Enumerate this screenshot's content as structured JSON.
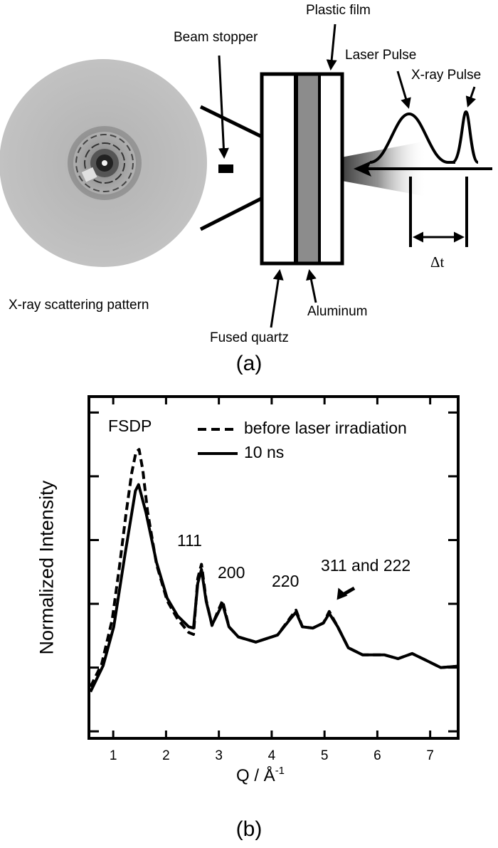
{
  "figure": {
    "panel_a": {
      "label": "(a)",
      "scattering_pattern_caption": "X-ray scattering pattern",
      "labels": {
        "beam_stopper": "Beam stopper",
        "plastic_film": "Plastic film",
        "laser_pulse": "Laser Pulse",
        "xray_pulse": "X-ray Pulse",
        "delta_t": "Δt",
        "aluminum": "Aluminum",
        "fused_quartz": "Fused quartz"
      },
      "colors": {
        "detector_gray": "#bdbdbd",
        "aluminum_gray": "#8c8c8c",
        "line": "#000000"
      }
    },
    "panel_b": {
      "label": "(b)"
    }
  },
  "chart_data": {
    "type": "line",
    "title": "",
    "xlabel": "Q / Å",
    "xlabel_superscript": "-1",
    "ylabel": "Normalized Intensity",
    "xlim": [
      0.54,
      7.53
    ],
    "ylim": [
      -0.11,
      5.25
    ],
    "xticks": [
      1,
      2,
      3,
      4,
      5,
      6,
      7
    ],
    "yticks_unlabeled": [
      0,
      1,
      2,
      3,
      4,
      5
    ],
    "grid": false,
    "legend": {
      "position": "upper right",
      "entries": [
        {
          "label": "before laser irradiation",
          "style": "dashed"
        },
        {
          "label": "10 ns",
          "style": "solid"
        }
      ]
    },
    "annotations": [
      {
        "text": "FSDP",
        "x": 0.85,
        "y": 4.8
      },
      {
        "text": "111",
        "x": 2.35,
        "y": 2.75
      },
      {
        "text": "200",
        "x": 3.05,
        "y": 2.15
      },
      {
        "text": "220",
        "x": 4.3,
        "y": 2.05
      },
      {
        "text": "311 and 222",
        "x": 5.55,
        "y": 2.1,
        "arrow_to": [
          5.18,
          1.95
        ]
      }
    ],
    "series": [
      {
        "name": "before laser irradiation",
        "style": "dashed",
        "x": [
          0.57,
          0.78,
          0.98,
          1.12,
          1.24,
          1.35,
          1.43,
          1.49,
          1.56,
          1.65,
          1.82,
          2.02,
          2.22,
          2.43,
          2.52,
          2.6,
          2.67,
          2.76,
          2.87,
          2.98,
          3.07,
          3.19,
          3.37,
          3.7,
          4.11,
          4.35,
          4.46,
          4.58,
          4.78,
          4.98,
          5.09,
          5.25,
          5.45,
          5.72,
          6.13,
          6.39,
          6.66,
          6.93,
          7.2,
          7.51
        ],
        "values": [
          0.7,
          1.05,
          1.75,
          2.6,
          3.4,
          4.05,
          4.38,
          4.42,
          4.1,
          3.45,
          2.62,
          2.05,
          1.76,
          1.55,
          1.52,
          2.4,
          2.62,
          2.06,
          1.66,
          1.88,
          2.05,
          1.64,
          1.48,
          1.4,
          1.51,
          1.78,
          1.9,
          1.64,
          1.62,
          1.7,
          1.88,
          1.64,
          1.31,
          1.2,
          1.2,
          1.14,
          1.22,
          1.11,
          1.0,
          1.02
        ]
      },
      {
        "name": "10 ns",
        "style": "solid",
        "x": [
          0.57,
          0.81,
          1.01,
          1.22,
          1.42,
          1.48,
          1.62,
          1.82,
          2.02,
          2.22,
          2.43,
          2.52,
          2.6,
          2.67,
          2.76,
          2.87,
          2.98,
          3.07,
          3.19,
          3.37,
          3.7,
          4.11,
          4.35,
          4.46,
          4.58,
          4.78,
          4.98,
          5.09,
          5.25,
          5.45,
          5.72,
          6.13,
          6.39,
          6.66,
          6.93,
          7.2,
          7.51
        ],
        "values": [
          0.62,
          1.03,
          1.64,
          2.76,
          3.77,
          3.87,
          3.43,
          2.65,
          2.09,
          1.81,
          1.64,
          1.62,
          2.32,
          2.54,
          2.04,
          1.67,
          1.85,
          2.0,
          1.64,
          1.48,
          1.4,
          1.51,
          1.76,
          1.87,
          1.64,
          1.62,
          1.7,
          1.85,
          1.64,
          1.31,
          1.2,
          1.2,
          1.14,
          1.22,
          1.11,
          1.0,
          1.02
        ]
      }
    ]
  }
}
